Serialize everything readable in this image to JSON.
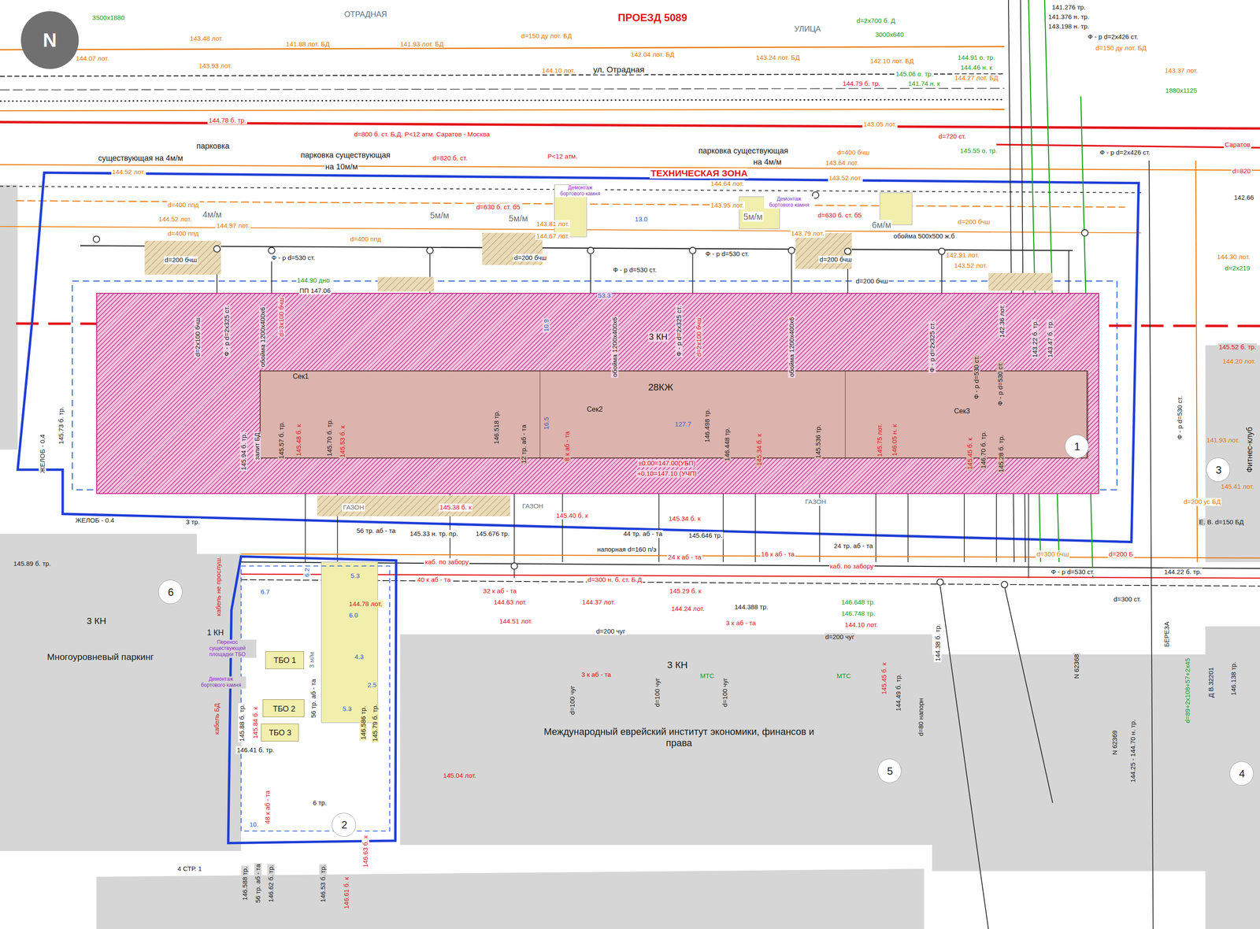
{
  "diagram": {
    "nodes": [
      {
        "text": [
          "3 КН"
        ]
      },
      {
        "text": [
          "28КЖ"
        ],
        "in": 0
      },
      {
        "text": [
          "Сек1"
        ],
        "in": 1
      },
      {
        "text": [
          "Сек2"
        ],
        "in": 1
      },
      {
        "text": [
          "Сек3"
        ],
        "in": 1
      },
      {
        "text": [
          "1"
        ]
      },
      {
        "text": [
          "3"
        ]
      },
      {
        "text": [
          "3 КН",
          "Многоуровневый паркинг"
        ]
      },
      {
        "text": [
          "6"
        ],
        "in": 7
      },
      {
        "text": [
          "ТБО 1"
        ]
      },
      {
        "text": [
          "ТБО 2"
        ]
      },
      {
        "text": [
          "ТБО 3"
        ]
      },
      {
        "text": [
          "3 КН",
          "Международный еврейский институт экономики, финансов и права"
        ]
      },
      {
        "text": [
          "5"
        ],
        "in": 12
      },
      {
        "text": [
          "2"
        ]
      },
      {
        "text": [
          "4"
        ]
      }
    ],
    "labels": [
      "N",
      "3500х1880",
      "ОТРАДНАЯ",
      "ПРОЕЗД 5089",
      "УЛИЦА",
      "143.48 лот.",
      "141.88 лот. БД",
      "141.93 лот. БД",
      "d=150 ду лот. БД",
      "142.04 лот. БД",
      "143.24 лот. БД",
      "142.10 лот. БД",
      "d=2х700 б. Д",
      "3000х640",
      "144.07 лот.",
      "143.93 лот.",
      "144.10 лот.",
      "ул. Отрадная",
      "145.06 о. тр.",
      "141.74 н. к",
      "144.91 о. тр.",
      "144.46 н. к",
      "144.27 лот. БД",
      "141.276 тр.",
      "141.376 н. тр.",
      "143.198 н. тр.",
      "Ф - р d=2х426 ст.",
      "d=150 ду лот. БД",
      "143.37 лот.",
      "1880х1125",
      "144.79 б. тр.",
      "144.78 б. тр.",
      "d=800 б. ст. Б.Д. Р<12 атм. Саратов - Москва",
      "d=820 б. ст.",
      "Р<12 атм.",
      "143.05 лот.",
      "d=720 ст.",
      "парковка",
      "существующая на 4м/м",
      "парковка существующая",
      "на 10м/м",
      "парковка существующая",
      "на 4м/м",
      "ТЕХНИЧЕСКАЯ ЗОНА",
      "d=400 бчш",
      "143.64 лот.",
      "143.52 лот.",
      "144.52 лот.",
      "145.55 о. тр.",
      "Ф - р d=2х426 ст.",
      "Саратов",
      "d=820",
      "4м/м",
      "5м/м",
      "5м/м",
      "5м/м",
      "6м/м",
      "13.0",
      "d=400 ппд",
      "d=400 ппд",
      "d=400 ппд",
      "144.52 лот.",
      "144.97 лот.",
      "d=630 б. ст. б5",
      "143.95 лот.",
      "143.81 лот.",
      "144.67 лот.",
      "144.64 лот.",
      "143.79 лот.",
      "d=630 б. ст. б5",
      "обойма 500х500 ж.б",
      "d=200 бчш",
      "Ф - р d=530 ст.",
      "d=200 бчш",
      "d=200 бчш",
      "Ф - р d=530 ст.",
      "Ф - р d=530 ст.",
      "d=200 бчш",
      "142.91 лот.",
      "143.52 лот.",
      "144.90 дно",
      "ПП 147.06",
      "d=200 бчш",
      "d=2х100 бчш",
      "Ф - р d=2х325 ст.",
      "обойма 1200х400х6",
      "d=3х100 бчш",
      "обойма 1200х400х6",
      "Ф - р d=2х325 ст.",
      "d=2х100 бчш",
      "обойма 1200х400х6",
      "Ф - р d=2х325 ст.",
      "Ф - р d=530 ст.",
      "Ф - р d=530 ст.",
      "142.36 лот.",
      "143.22 б. тр.",
      "143.47 б. тр.",
      "53.3",
      "10.9",
      "16.5",
      "127.7",
      "±0.00=147.00(УБП)",
      "+0.10=147.10 (УЧП)",
      "145.94 б. тр.",
      "залит БД",
      "145.57 б. тр.",
      "145.48 б. к",
      "145.70 б. тр.",
      "145.53 б. к",
      "146.518 тр.",
      "12 тр. аб - та",
      "8 к аб - та",
      "146.498 тр.",
      "146.448 тр.",
      "145.34 б. к",
      "145.536 тр.",
      "145.75 лот.",
      "146.05 н. к",
      "145.45 б. к",
      "146.70 б. тр.",
      "145.28 б. тр.",
      "ЖЕЛОБ - 0.4",
      "ЖЕЛОБ - 0.4",
      "3 тр.",
      "ГАЗОН",
      "ГАЗОН",
      "ГАЗОН",
      "145.38 б. к",
      "145.40 б. к",
      "145.34 б. к",
      "56 тр. аб - та",
      "145.33 н. тр. пр.",
      "145.676 тр.",
      "44 тр. аб - та",
      "напорная d=160 п/э",
      "145.646 тр.",
      "24 тр. аб - та",
      "24 к аб - та",
      "16 к аб - та",
      "40 к аб - та",
      "32 к аб - та",
      "d=300 н. б. ст. Б.Д",
      "145.29 б. к",
      "144.63 лот.",
      "144.37 лот.",
      "144.24 лот.",
      "144.388 тр.",
      "3 к аб - та",
      "146.648 тр.",
      "146.748 тр.",
      "144.10 лот.",
      "144.51 лот.",
      "d=200 чуг",
      "d=200 чуг",
      "3 к аб - та",
      "МТС",
      "МТС",
      "145.45 б. к",
      "144.49 б. тр.",
      "d=80 напорн",
      "144.38 б. тр.",
      "Ф - р d=530 ст.",
      "d=300 ст.",
      "144.22 б. тр.",
      "d=300 бчш",
      "d=200 Б",
      "N 62368",
      "N 62369",
      "144.25 - 144.70 н. тр.",
      "d=89+2х108+57+2х45",
      "Д В.32201",
      "146.138 тр.",
      "БЕРЕЗА",
      "Ф - р d=530 ст.",
      "145.52 б. тр.",
      "144.20 лот.",
      "141.93 лот.",
      "145.41 лот.",
      "d=200 ус БД",
      "Е. В. d=150 БД",
      "142.66",
      "144.30 лот.",
      "d=2х219",
      "Фитнес-клуб",
      "6.7",
      "5.3",
      "6.0",
      "4.3",
      "5.3",
      "2.5",
      "6.2",
      "3 м/м",
      "144.78 лот.",
      "кабель не прослуш.",
      "кабель БД",
      "Перенос существующей площадки ТБО",
      "Демонтаж бортового камня",
      "145.88 б. тр.",
      "145.84 б. к",
      "56 тр. аб - та",
      "146.586 тр.",
      "145.79 б. тр.",
      "146.41 б. тр.",
      "6 тр.",
      "48 к аб - та",
      "146.63 б. к",
      "146.588 тр.",
      "56 тр. аб - та",
      "146.62 б. тр.",
      "146.53 б. тр.",
      "146.61 б. к",
      "145.04 лот.",
      "4 СТР. 1",
      "10.",
      "1 КН",
      "145.89 б. тр.",
      "145.73 б. тр.",
      "Демонтаж бортового камня",
      "Демонтаж бортового камня",
      "каб. по забору",
      "каб. по забору",
      "d=100 чуг",
      "d=100 чуг",
      "d=100 чуг"
    ]
  }
}
